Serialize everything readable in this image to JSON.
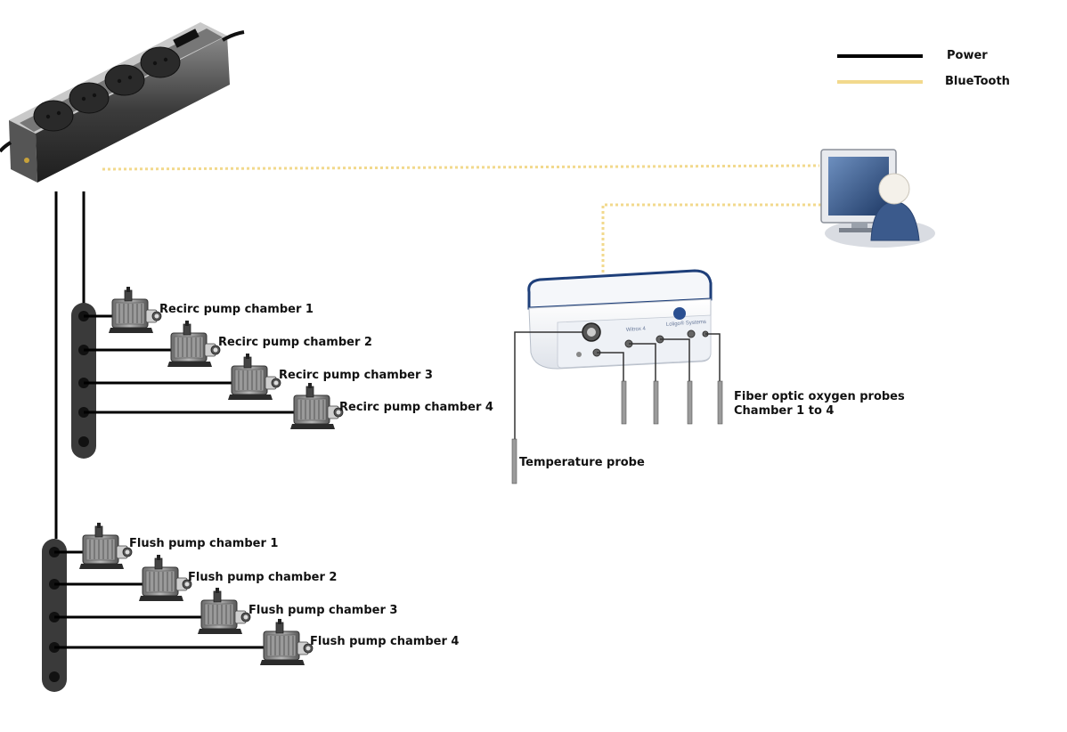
{
  "legend": {
    "items": [
      {
        "label": "Power",
        "color": "#000000",
        "style": "solid"
      },
      {
        "label": "BlueTooth",
        "color": "#f2d98d",
        "style": "solid"
      }
    ]
  },
  "recirc_pumps": [
    {
      "label": "Recirc pump chamber 1"
    },
    {
      "label": "Recirc pump chamber 2"
    },
    {
      "label": "Recirc pump chamber 3"
    },
    {
      "label": "Recirc pump chamber 4"
    }
  ],
  "flush_pumps": [
    {
      "label": "Flush pump chamber 1"
    },
    {
      "label": "Flush pump chamber 2"
    },
    {
      "label": "Flush pump chamber 3"
    },
    {
      "label": "Flush pump chamber 4"
    }
  ],
  "meter": {
    "model_label": "Witrox 4",
    "brand_label": "Loligo® Systems"
  },
  "probes": {
    "oxygen_label_line1": "Fiber optic oxygen probes",
    "oxygen_label_line2": "Chamber 1 to 4",
    "temperature_label": "Temperature probe"
  },
  "colors": {
    "power": "#000000",
    "bluetooth": "#f2d98d",
    "strip_body": "#3a3a3a",
    "monitor_blue": "#2c4f82",
    "user_blue": "#3b5a8c"
  }
}
